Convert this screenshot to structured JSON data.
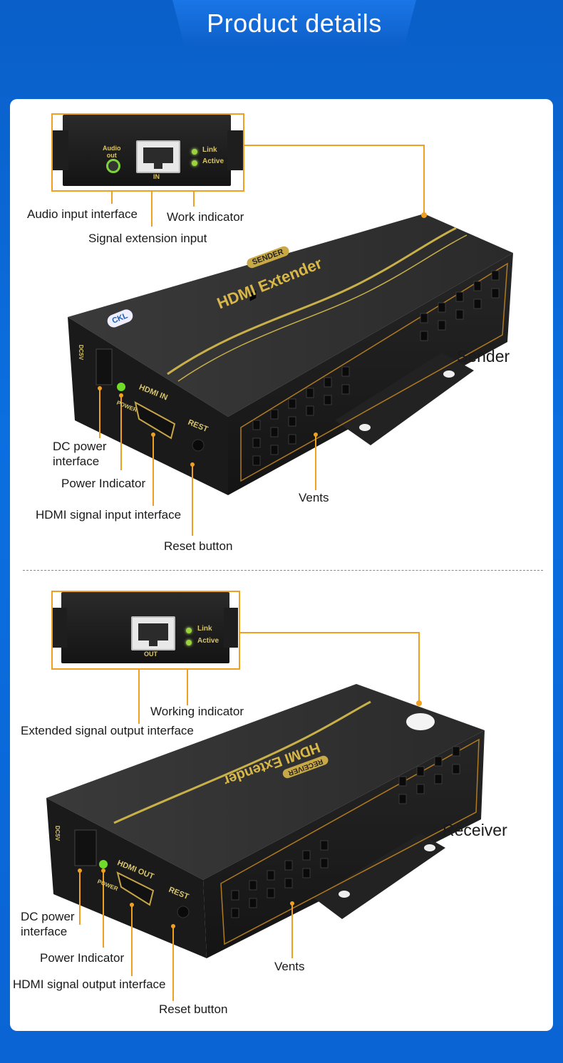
{
  "header": {
    "title": "Product details"
  },
  "sender": {
    "name": "Sender",
    "inset": {
      "audio_label": "Audio\nout",
      "port_label": "IN",
      "link": "Link",
      "active": "Active"
    },
    "box": {
      "brand_badge": "SENDER",
      "model": "HDMI Extender",
      "logo": "CKL",
      "hdmi_port": "HDMI IN",
      "power": "POWER",
      "reset": "REST",
      "dc": "DC5V"
    },
    "callouts": {
      "audio_input": "Audio input interface",
      "work_indicator": "Work indicator",
      "signal_input": "Signal extension input",
      "dc_power": "DC power\ninterface",
      "power_indicator": "Power Indicator",
      "hdmi_input": "HDMI signal input interface",
      "reset_button": "Reset button",
      "vents": "Vents"
    }
  },
  "receiver": {
    "name": "Receiver",
    "inset": {
      "port_label": "OUT",
      "link": "Link",
      "active": "Active"
    },
    "box": {
      "brand_badge": "RECEIVER",
      "model": "HDMI Extender",
      "hdmi_port": "HDMI OUT",
      "power": "POWER",
      "reset": "REST",
      "dc": "DC5V"
    },
    "callouts": {
      "working_indicator": "Working indicator",
      "signal_output": "Extended signal output interface",
      "dc_power": "DC power\ninterface",
      "power_indicator": "Power Indicator",
      "hdmi_output": "HDMI signal output interface",
      "reset_button": "Reset button",
      "vents": "Vents"
    }
  },
  "colors": {
    "accent": "#f0a020",
    "background": "#0b6fe0",
    "device": "#1c1c1c",
    "gold": "#d9c56a"
  }
}
